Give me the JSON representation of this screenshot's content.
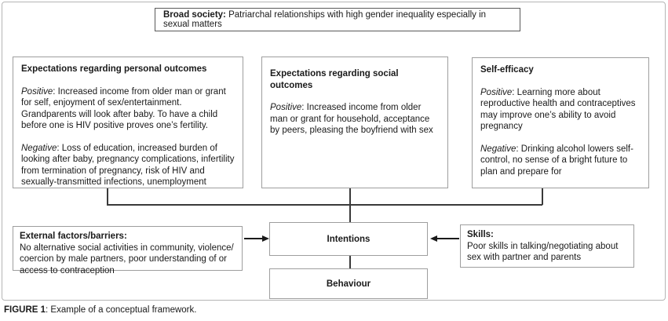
{
  "figure": {
    "caption_label": "FIGURE 1",
    "caption_text": ": Example of a conceptual framework."
  },
  "diagram": {
    "broad_society": {
      "label": "Broad society:",
      "text": " Patriarchal relationships with high gender inequality especially in sexual matters"
    },
    "personal_outcomes": {
      "title": "Expectations regarding personal outcomes",
      "positive_label": "Positive",
      "positive_text": ": Increased income from older man or grant for self, enjoyment of sex/​entertainment. Grandparents will look after baby. To have a child before one is HIV positive proves one’s fertility.",
      "negative_label": "Negative",
      "negative_text": ": Loss of education, increased burden of looking after baby, pregnancy complications, infertility from termination of pregnancy, risk of HIV and sexually-transmitted infections, unemployment"
    },
    "social_outcomes": {
      "title": "Expectations regarding social outcomes",
      "positive_label": "Positive",
      "positive_text": ": Increased income from older man or grant for household, acceptance by peers, pleasing the boyfriend with sex"
    },
    "self_efficacy": {
      "title": "Self-efficacy",
      "positive_label": "Positive",
      "positive_text": ": Learning more about reproductive health and contraceptives may improve one’s ability to avoid pregnancy",
      "negative_label": "Negative",
      "negative_text": ": Drinking alcohol lowers self-control, no sense of a bright future to plan and prepare for"
    },
    "external_factors": {
      "title": "External factors/barriers:",
      "text": "No alternative social activities in community, violence/​coercion by male partners, poor understanding of or access to contraception"
    },
    "skills": {
      "title": "Skills:",
      "text": "Poor skills in talking/​negotiating about sex with partner and parents"
    },
    "intentions_label": "Intentions",
    "behaviour_label": "Behaviour"
  },
  "colors": {
    "frame_border": "#b5b5b5",
    "box_border": "#9e9e9e",
    "broad_box_border": "#595959",
    "connector_line": "#3a3a3a",
    "arrow": "#1a1a1a",
    "text": "#1a1a1a",
    "background": "#ffffff"
  }
}
